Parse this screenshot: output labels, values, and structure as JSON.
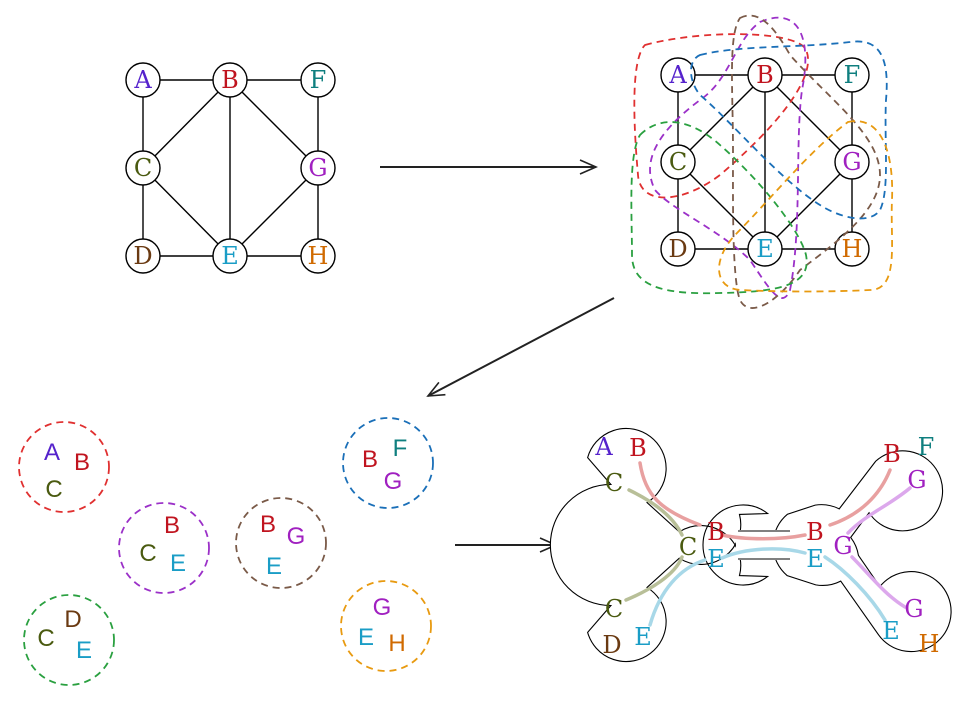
{
  "colors": {
    "A": "#5522cc",
    "B": "#c0141f",
    "C": "#4a5a10",
    "D": "#6a3a12",
    "E": "#1a9dc6",
    "F": "#0f7f7f",
    "G": "#a020c0",
    "H": "#d06a00",
    "line": "#000000",
    "arrow": "#222222"
  },
  "graph": {
    "nodes": [
      "A",
      "B",
      "F",
      "C",
      "G",
      "D",
      "E",
      "H"
    ],
    "edges": [
      [
        "A",
        "B"
      ],
      [
        "B",
        "F"
      ],
      [
        "A",
        "C"
      ],
      [
        "C",
        "D"
      ],
      [
        "D",
        "E"
      ],
      [
        "E",
        "H"
      ],
      [
        "F",
        "G"
      ],
      [
        "G",
        "H"
      ],
      [
        "B",
        "C"
      ],
      [
        "B",
        "E"
      ],
      [
        "B",
        "G"
      ],
      [
        "C",
        "E"
      ],
      [
        "E",
        "G"
      ]
    ]
  },
  "cover_colors": [
    "#e03030",
    "#9b30c8",
    "#7a5a48",
    "#1a6fb8",
    "#2aa040",
    "#e89a10"
  ],
  "bags": [
    {
      "color": "#e03030",
      "labels": [
        "A",
        "B",
        "C"
      ]
    },
    {
      "color": "#9b30c8",
      "labels": [
        "B",
        "C",
        "E"
      ]
    },
    {
      "color": "#7a5a48",
      "labels": [
        "B",
        "G",
        "E"
      ]
    },
    {
      "color": "#1a6fb8",
      "labels": [
        "B",
        "F",
        "G"
      ]
    },
    {
      "color": "#2aa040",
      "labels": [
        "C",
        "D",
        "E"
      ]
    },
    {
      "color": "#e89a10",
      "labels": [
        "G",
        "E",
        "H"
      ]
    }
  ],
  "tree": {
    "bags": [
      {
        "labels": [
          "A",
          "B",
          "C"
        ]
      },
      {
        "labels": [
          "C",
          "D",
          "E"
        ]
      },
      {
        "labels": [
          "B",
          "C",
          "E"
        ]
      },
      {
        "labels": [
          "B",
          "E",
          "G"
        ]
      },
      {
        "labels": [
          "B",
          "F",
          "G"
        ]
      },
      {
        "labels": [
          "G",
          "E",
          "H"
        ]
      }
    ],
    "path_colors": {
      "B": "#e8a0a0",
      "C": "#b8bf98",
      "E": "#a8d8e8",
      "G": "#dca8ec"
    }
  }
}
